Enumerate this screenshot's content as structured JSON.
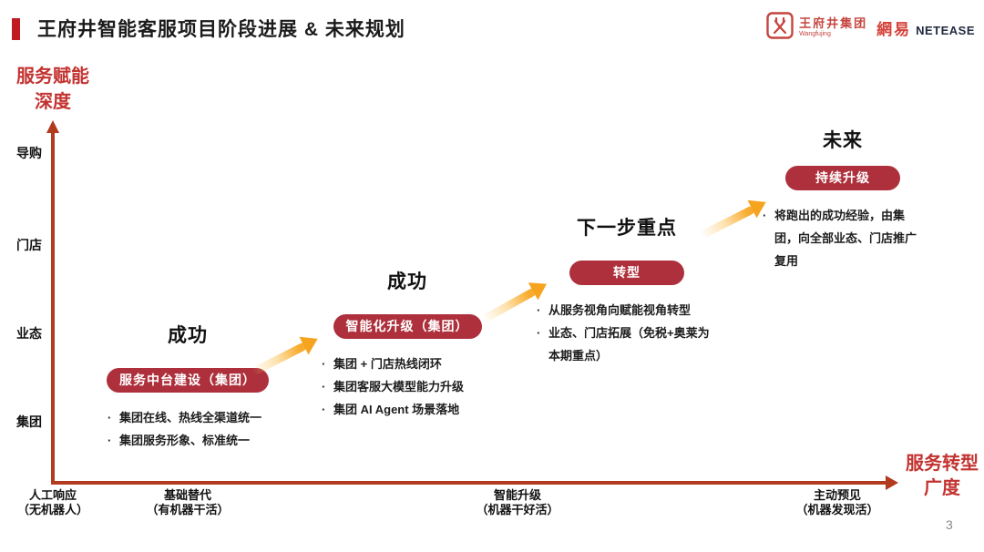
{
  "header": {
    "title": "王府井智能客服项目阶段进展 & 未来规划",
    "logos": {
      "wangfujing_name": "王府井集团",
      "wangfujing_sub": "Wangfujing",
      "netease_cn": "網易",
      "netease_en": "NETEASE"
    }
  },
  "colors": {
    "title_bar_red": "#C11A1F",
    "axis_red": "#B13A1F",
    "accent_text_red": "#C23330",
    "pill_red": "#AD303C",
    "arrow_orange": "#F6A41F",
    "wangfujing_red": "#C5453E",
    "netease_red": "#D5423A",
    "netease_dark": "#222B40"
  },
  "y_axis": {
    "title_line1": "服务赋能",
    "title_line2": "深度",
    "ticks": [
      "导购",
      "门店",
      "业态",
      "集团"
    ]
  },
  "x_axis": {
    "title_line1": "服务转型",
    "title_line2": "广度",
    "ticks": [
      {
        "label": "人工响应",
        "sub": "（无机器人）"
      },
      {
        "label": "基础替代",
        "sub": "（有机器干活）"
      },
      {
        "label": "智能升级",
        "sub": "（机器干好活）"
      },
      {
        "label": "主动预见",
        "sub": "（机器发现活）"
      }
    ]
  },
  "stages": [
    {
      "title": "成功",
      "pill": "服务中台建设（集团）",
      "bullets": [
        "集团在线、热线全渠道统一",
        "集团服务形象、标准统一"
      ]
    },
    {
      "title": "成功",
      "pill": "智能化升级（集团）",
      "bullets": [
        "集团 + 门店热线闭环",
        "集团客服大模型能力升级",
        "集团 AI Agent 场景落地"
      ]
    },
    {
      "title": "下一步重点",
      "pill": "转型",
      "bullets": [
        "从服务视角向赋能视角转型",
        "业态、门店拓展（免税+奥莱为本期重点）"
      ]
    },
    {
      "title": "未来",
      "pill": "持续升级",
      "bullets": [
        "将跑出的成功经验，由集团，向全部业态、门店推广复用"
      ]
    }
  ],
  "page_number": "3"
}
